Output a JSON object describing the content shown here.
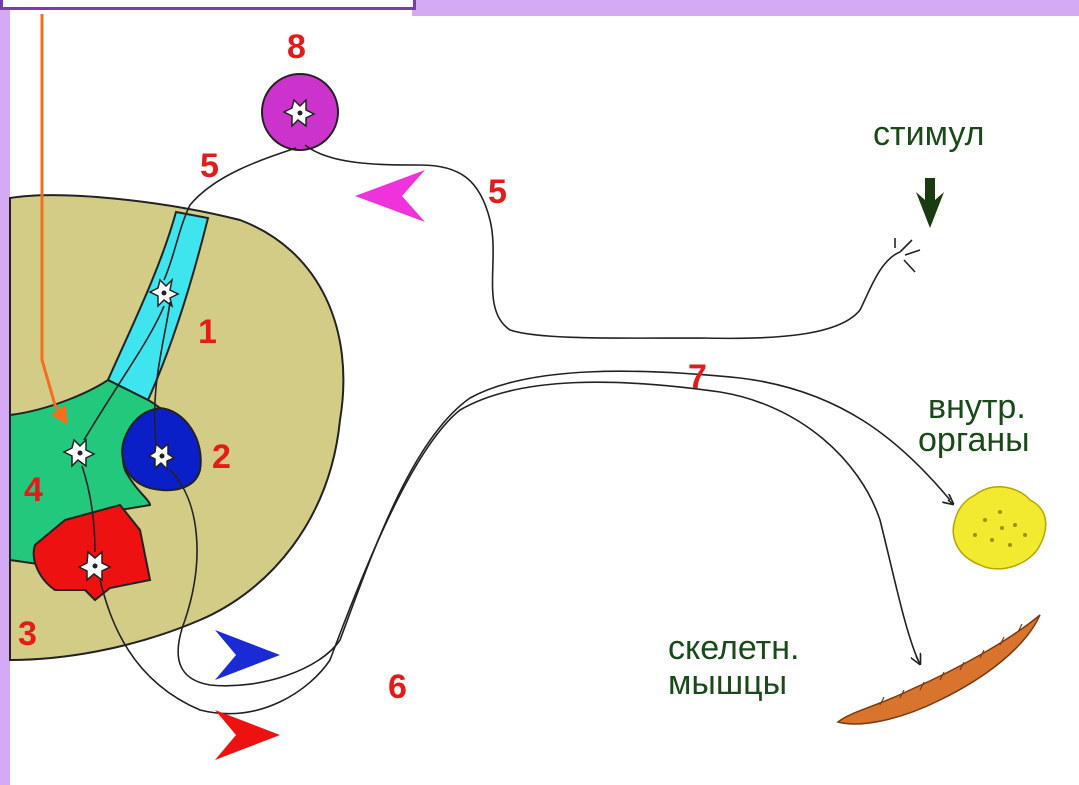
{
  "numbers": {
    "n1": "1",
    "n2": "2",
    "n3": "3",
    "n4": "4",
    "n5a": "5",
    "n5b": "5",
    "n6": "6",
    "n7": "7",
    "n8": "8"
  },
  "labels": {
    "stimulus": "стимул",
    "internal_organs_line1": "внутр.",
    "internal_organs_line2": "органы",
    "skeletal_muscles_line1": "скелетн.",
    "skeletal_muscles_line2": "мышцы"
  },
  "colors": {
    "frame": "#d4aaf5",
    "spinal_cord": "#d3cc86",
    "sensory_zone": "#3fe5ee",
    "interneuron_zone": "#22c97c",
    "autonomic_zone": "#0a1fc8",
    "motor_zone": "#ee1111",
    "ganglion": "#cc33cc",
    "orange_arrow": "#f07020",
    "afferent_arrow": "#ee33dd",
    "autonomic_arrow": "#1a2bd6",
    "motor_arrow": "#ee1111",
    "stimulus_arrow": "#1a3a10",
    "organ": "#f1ea2e",
    "muscle": "#d8742e"
  }
}
